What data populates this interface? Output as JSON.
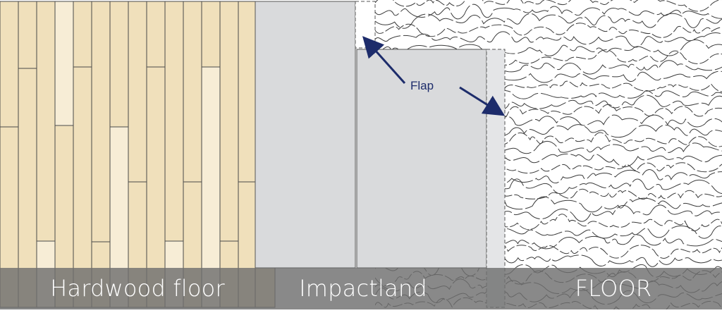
{
  "labels": {
    "hardwood": "Hardwood floor",
    "impact": "Impactland",
    "floor": "FLOOR",
    "flap": "Flap"
  },
  "colors": {
    "plank_dark": "#f0e0bb",
    "plank_light": "#f7edd6",
    "plank_line": "#4a4a4a",
    "impact_fill": "#d9dadc",
    "flap_fill": "#e4e5e7",
    "label_band": "#6f6f6f",
    "arrow": "#1d2c6b",
    "contour": "#3a3a3a"
  },
  "icons": [
    "arrow-icon"
  ]
}
